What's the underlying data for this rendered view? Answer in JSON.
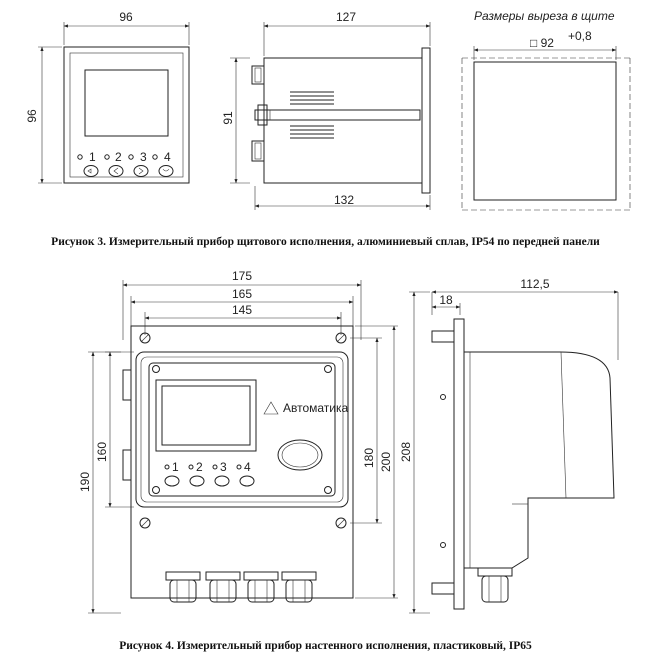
{
  "figure3": {
    "dims": {
      "front_width": "96",
      "front_height": "96",
      "side_depth": "127",
      "side_height": "91",
      "side_total": "132"
    },
    "cutout": {
      "title": "Размеры выреза в щите",
      "size": "□ 92",
      "tolerance": "+0,8"
    },
    "buttons": [
      "1",
      "2",
      "3",
      "4"
    ],
    "caption": "Рисунок 3. Измерительный прибор щитового исполнения, алюминиевый сплав, IP54 по передней панели"
  },
  "figure4": {
    "dims": {
      "w175": "175",
      "w165": "165",
      "w145": "145",
      "h190": "190",
      "h160": "160",
      "h180": "180",
      "h200": "200",
      "h208": "208",
      "d18": "18",
      "d112": "112,5"
    },
    "logo_text": "Автоматика",
    "buttons": [
      "1",
      "2",
      "3",
      "4"
    ],
    "caption": "Рисунок 4. Измерительный прибор настенного исполнения, пластиковый, IP65"
  },
  "colors": {
    "line": "#222222",
    "background": "#ffffff"
  }
}
